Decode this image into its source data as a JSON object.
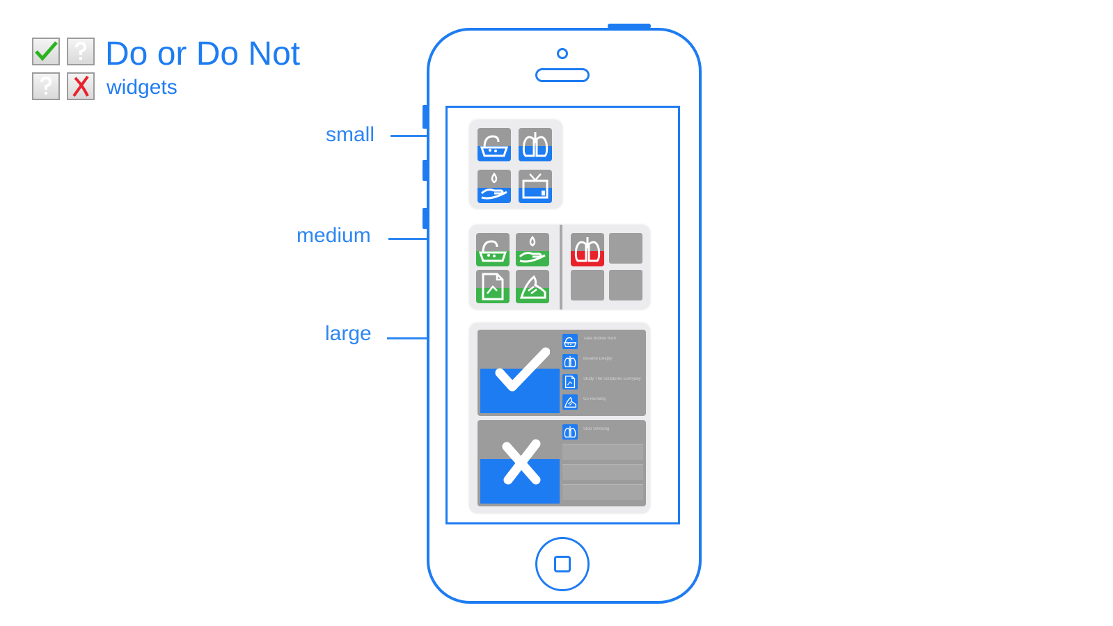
{
  "header": {
    "title": "Do or Do Not",
    "subtitle": "widgets"
  },
  "callouts": {
    "small": "small",
    "medium": "medium",
    "large": "large"
  },
  "colors": {
    "accent_blue": "#1e7cf2",
    "done_green": "#3cb44b",
    "not_red": "#e8222a",
    "tile_gray": "#9a9a9a",
    "widget_bg": "#ececee"
  },
  "widgets": {
    "small": {
      "tiles": [
        {
          "icon": "bathtub-icon",
          "state": "pending"
        },
        {
          "icon": "lungs-icon",
          "state": "pending"
        },
        {
          "icon": "watering-hand-icon",
          "state": "pending"
        },
        {
          "icon": "tv-icon",
          "state": "pending"
        }
      ]
    },
    "medium": {
      "do_tiles": [
        {
          "icon": "bathtub-icon",
          "state": "done"
        },
        {
          "icon": "watering-hand-icon",
          "state": "done"
        },
        {
          "icon": "document-icon",
          "state": "done"
        },
        {
          "icon": "running-shoe-icon",
          "state": "done"
        }
      ],
      "do_not_tiles": [
        {
          "icon": "lungs-icon",
          "state": "failed"
        },
        {
          "icon": "empty-slot",
          "state": "empty"
        },
        {
          "icon": "empty-slot",
          "state": "empty"
        },
        {
          "icon": "empty-slot",
          "state": "empty"
        }
      ]
    },
    "large": {
      "do_card": {
        "mark": "checkmark-icon",
        "rows": [
          {
            "icon": "bathtub-icon",
            "text": "Take Bubble Bath"
          },
          {
            "icon": "lungs-icon",
            "text": "Breathe Deeply"
          },
          {
            "icon": "document-icon",
            "text": "Study The Scriptures Everyday"
          },
          {
            "icon": "running-shoe-icon",
            "text": "Go Running"
          }
        ]
      },
      "do_not_card": {
        "mark": "cross-icon",
        "rows": [
          {
            "icon": "lungs-icon",
            "text": "Stop Smoking"
          }
        ],
        "empty_rows": 3
      }
    }
  }
}
